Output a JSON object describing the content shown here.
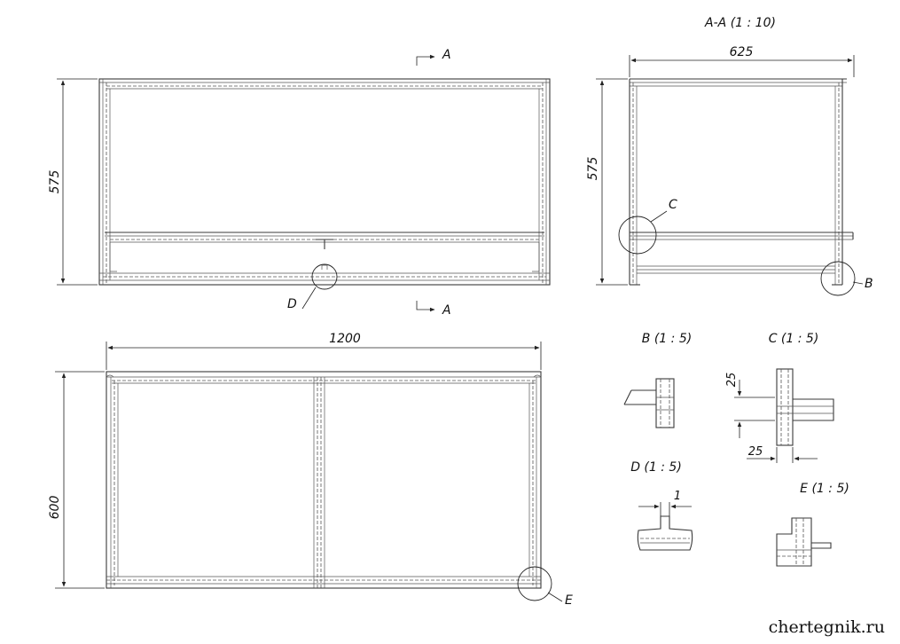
{
  "views": {
    "front": {
      "height_dim": "575",
      "cut_marker_top": "A",
      "cut_marker_bottom": "A",
      "callout_d": "D"
    },
    "section_aa": {
      "title": "A-A (1 : 10)",
      "width_dim": "625",
      "height_dim": "575",
      "callout_c": "C",
      "callout_b": "B"
    },
    "plan": {
      "width_dim": "1200",
      "depth_dim": "600",
      "callout_e": "E"
    }
  },
  "details": {
    "b": {
      "title": "B (1 : 5)"
    },
    "c": {
      "title": "C (1 : 5)",
      "dim_vertical": "25",
      "dim_horizontal": "25"
    },
    "d": {
      "title": "D (1 : 5)",
      "dim_gap": "1"
    },
    "e": {
      "title": "E (1 : 5)"
    }
  },
  "watermark": "chertegnik.ru"
}
